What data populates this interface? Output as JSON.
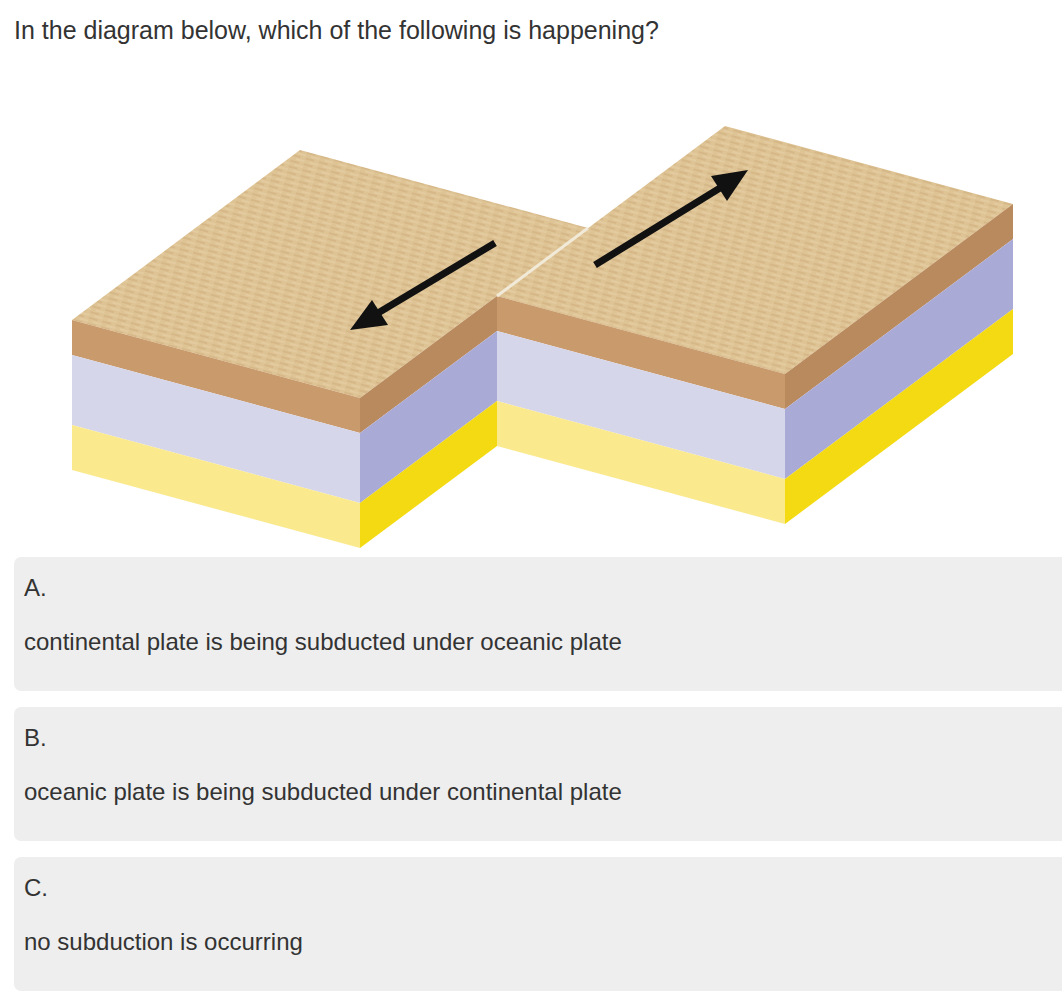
{
  "diagram": {
    "title": "In the diagram below, which of the following is happening?",
    "nodes": [
      {
        "text": [
          "A.",
          "continental plate is being subducted under oceanic plate"
        ]
      },
      {
        "text": [
          "B.",
          "oceanic plate is being subducted under continental plate"
        ]
      },
      {
        "text": [
          "C.",
          "no subduction is occurring"
        ]
      }
    ]
  }
}
